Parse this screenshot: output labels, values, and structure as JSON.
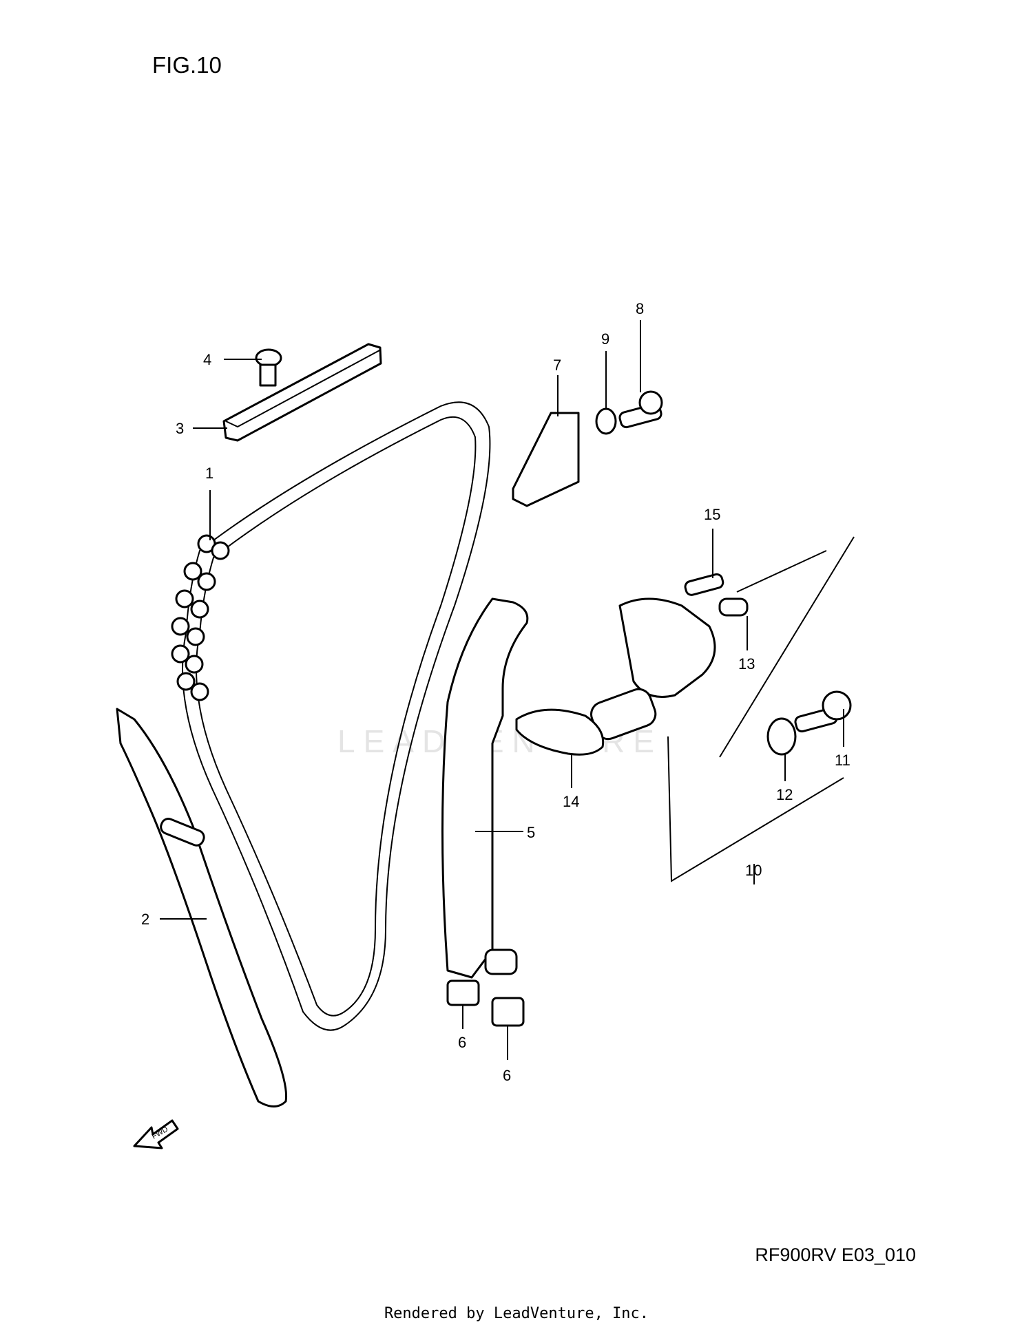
{
  "figure_title": "FIG.10",
  "diagram_code": "RF900RV E03_010",
  "footer": "Rendered by LeadVenture, Inc.",
  "watermark": "LEADVENTURE",
  "fwd_label": "FWD",
  "callouts": [
    "1",
    "2",
    "3",
    "4",
    "5",
    "6",
    "6",
    "7",
    "8",
    "9",
    "10",
    "11",
    "12",
    "13",
    "14",
    "15"
  ]
}
